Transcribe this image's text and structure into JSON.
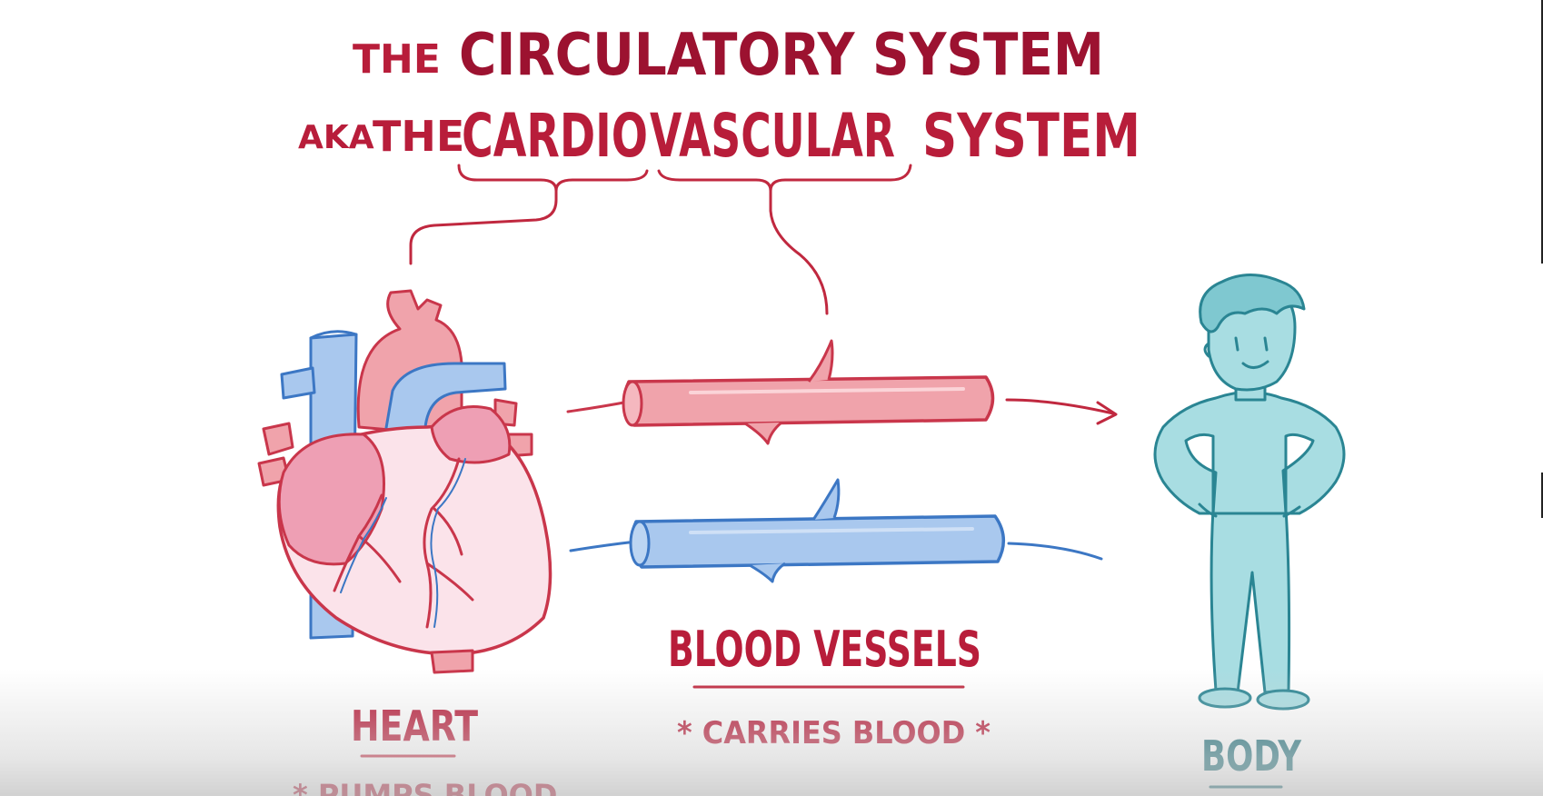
{
  "title": {
    "line1_the": "THE",
    "line1_main": "CIRCULATORY SYSTEM",
    "line2_aka": "AKA",
    "line2_the": "THE",
    "line2_cardio": "CARDIO",
    "line2_vascular": "VASCULAR",
    "line2_system": "SYSTEM"
  },
  "labels": {
    "heart": "HEART",
    "heart_note": "* PUMPS BLOOD",
    "vessels": "BLOOD VESSELS",
    "vessels_note": "* CARRIES BLOOD *",
    "body": "BODY"
  },
  "colors": {
    "title_red": "#b81d3a",
    "artery_fill": "#f0a3ab",
    "artery_stroke": "#c9364b",
    "vein_fill": "#a9c8ee",
    "vein_stroke": "#3c77c4",
    "person_fill": "#a8dde2",
    "person_stroke": "#2a8593"
  },
  "icons": [
    "heart-illustration",
    "artery-vessel",
    "vein-vessel",
    "person-figure",
    "arrow-right-icon"
  ]
}
